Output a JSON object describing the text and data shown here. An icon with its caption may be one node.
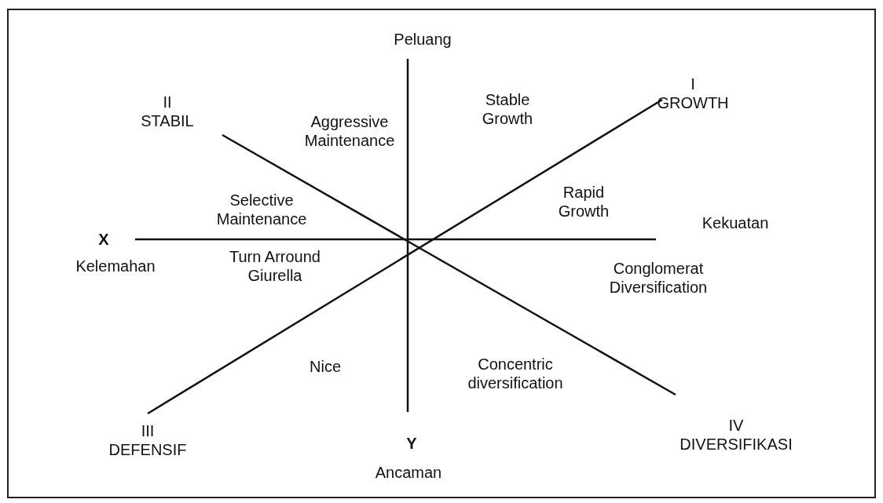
{
  "diagram": {
    "labels": [
      "Peluang",
      "II STABIL",
      "Aggressive Maintenance",
      "Stable Growth",
      "I GROWTH",
      "Selective Maintenance",
      "Rapid Growth",
      "X",
      "Kekuatan",
      "Kelemahan",
      "Turn Arround Giurella",
      "Conglomerat Diversification",
      "Nice",
      "Concentric diversification",
      "III DEFENSIF",
      "Y",
      "IV DIVERSIFIKASI",
      "Ancaman"
    ]
  }
}
